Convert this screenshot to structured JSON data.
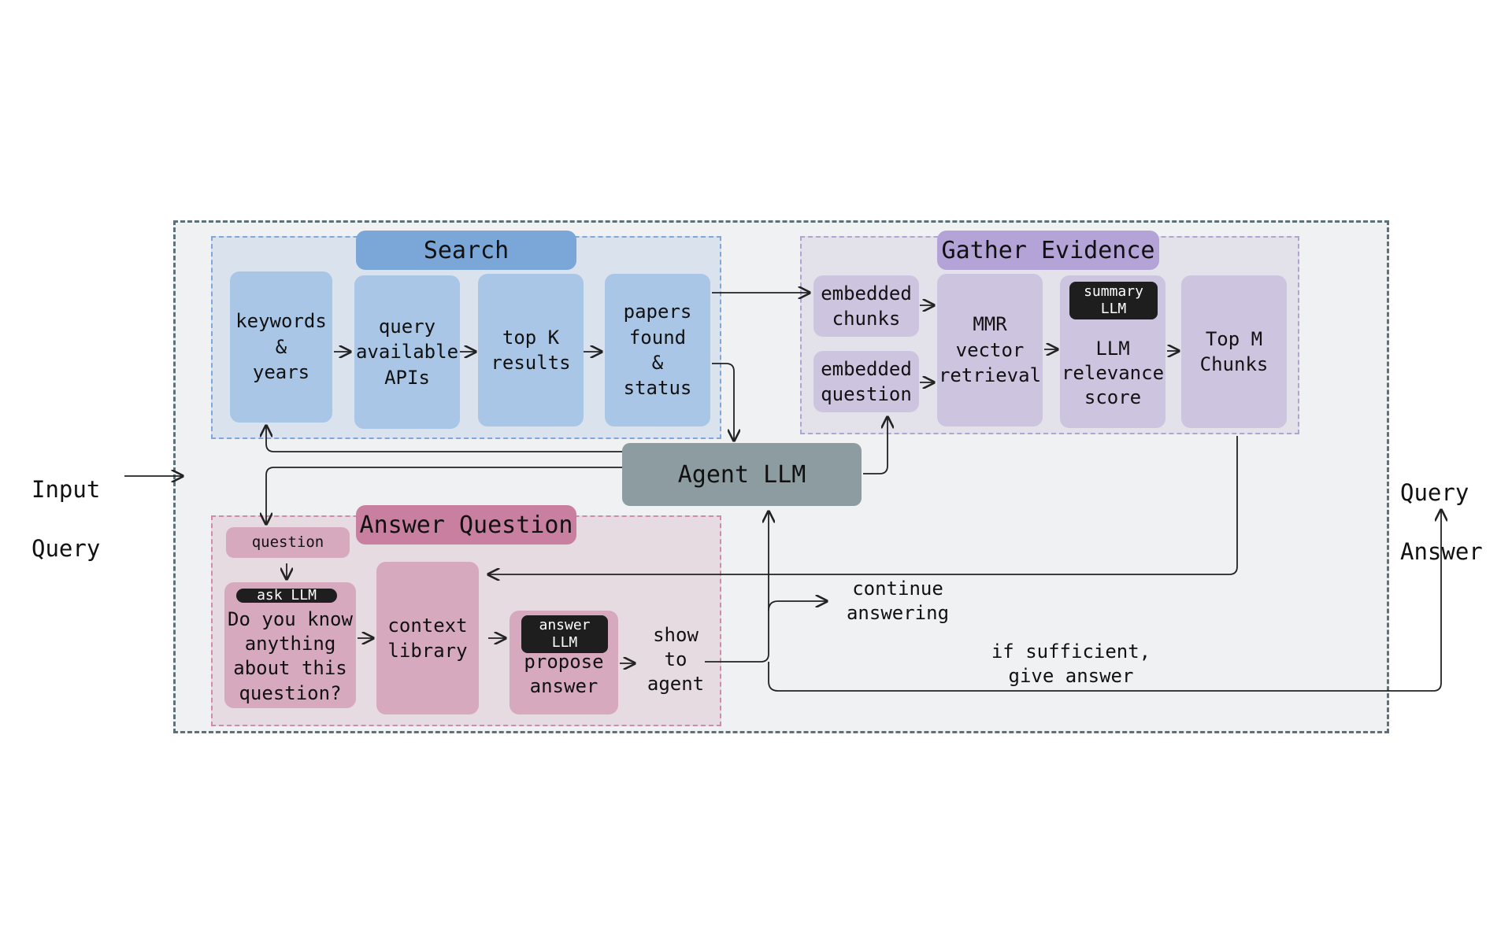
{
  "input": {
    "line1": "Input",
    "line2": "Query"
  },
  "output": {
    "line1": "Query",
    "line2": "Answer"
  },
  "agent": {
    "label": "Agent LLM"
  },
  "search": {
    "title": "Search",
    "steps": {
      "keywords": "keywords\n&\nyears",
      "query_apis": "query\navailable\nAPIs",
      "top_k": "top K\nresults",
      "papers": "papers\nfound\n&\nstatus"
    }
  },
  "gather": {
    "title": "Gather Evidence",
    "embedded_chunks": "embedded\nchunks",
    "embedded_question": "embedded\nquestion",
    "mmr": "MMR\nvector\nretrieval",
    "summary_tag": "summary\nLLM",
    "relevance": "LLM\nrelevance\nscore",
    "top_m": "Top M\nChunks"
  },
  "answer": {
    "title": "Answer Question",
    "question": "question",
    "ask_tag": "ask LLM",
    "ask_text": "Do you know\nanything\nabout this\nquestion?",
    "context": "context\nlibrary",
    "answer_tag": "answer\nLLM",
    "propose": "propose\nanswer",
    "show": "show\nto\nagent"
  },
  "labels": {
    "continue": "continue\nanswering",
    "sufficient": "if sufficient,\ngive answer"
  },
  "colors": {
    "search_header": "#7ba7d8",
    "gather_header": "#b3a3d6",
    "answer_header": "#c97f9f",
    "agent": "#8d9ca0"
  }
}
